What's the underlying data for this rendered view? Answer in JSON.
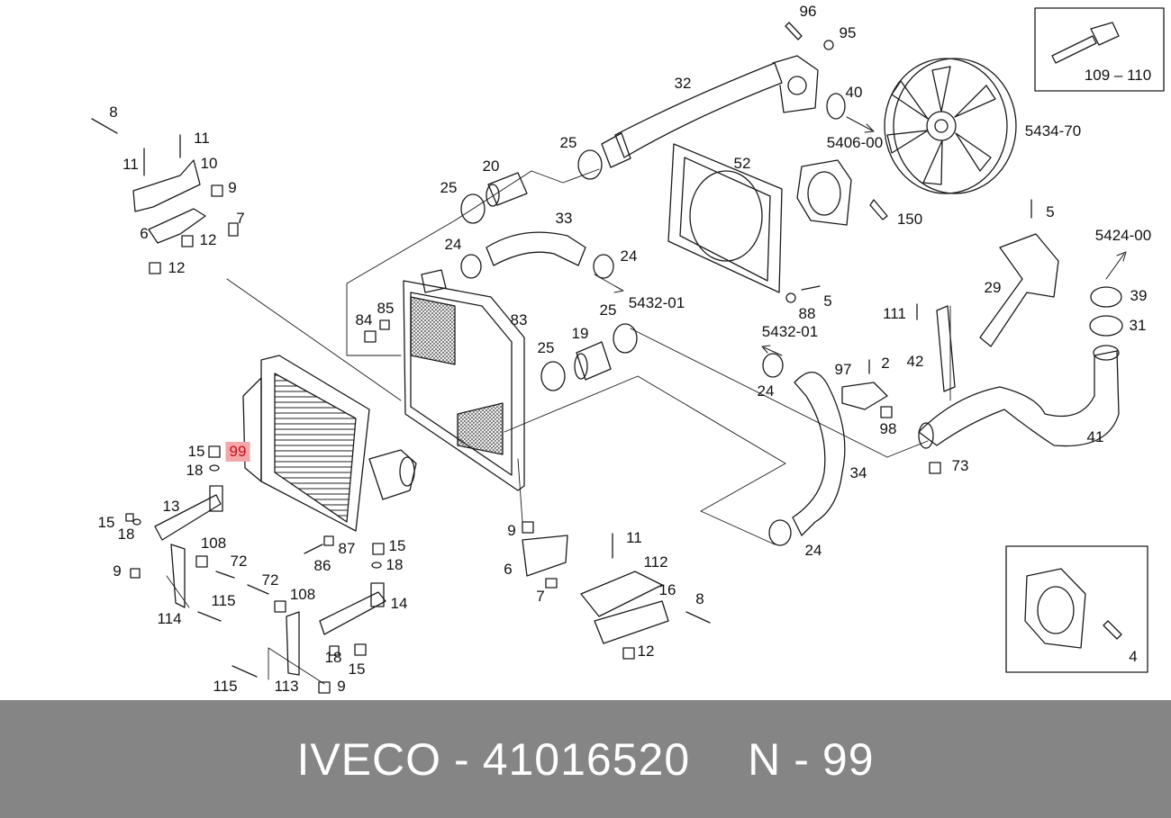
{
  "colors": {
    "footer_bg": "#858585",
    "footer_text": "#ffffff",
    "highlight_bg": "#f4a6a8",
    "highlight_text": "#c2121c",
    "line": "#1a1a1a"
  },
  "callouts": [
    {
      "id": "96",
      "text": "96"
    },
    {
      "id": "95",
      "text": "95"
    },
    {
      "id": "40",
      "text": "40"
    },
    {
      "id": "5406-00",
      "text": "5406-00"
    },
    {
      "id": "32",
      "text": "32"
    },
    {
      "id": "5434-70",
      "text": "5434-70"
    },
    {
      "id": "109-110",
      "text": "109 – 110"
    },
    {
      "id": "8a",
      "text": "8"
    },
    {
      "id": "11a",
      "text": "11"
    },
    {
      "id": "11b",
      "text": "11"
    },
    {
      "id": "10",
      "text": "10"
    },
    {
      "id": "9a",
      "text": "9"
    },
    {
      "id": "7a",
      "text": "7"
    },
    {
      "id": "6a",
      "text": "6"
    },
    {
      "id": "12a",
      "text": "12"
    },
    {
      "id": "12b",
      "text": "12"
    },
    {
      "id": "25a",
      "text": "25"
    },
    {
      "id": "20",
      "text": "20"
    },
    {
      "id": "25b",
      "text": "25"
    },
    {
      "id": "52",
      "text": "52"
    },
    {
      "id": "150",
      "text": "150"
    },
    {
      "id": "33",
      "text": "33"
    },
    {
      "id": "24a",
      "text": "24"
    },
    {
      "id": "24b",
      "text": "24"
    },
    {
      "id": "5432-01a",
      "text": "5432-01"
    },
    {
      "id": "5a",
      "text": "5"
    },
    {
      "id": "5424-00",
      "text": "5424-00"
    },
    {
      "id": "5b",
      "text": "5"
    },
    {
      "id": "88",
      "text": "88"
    },
    {
      "id": "29",
      "text": "29"
    },
    {
      "id": "39",
      "text": "39"
    },
    {
      "id": "111a",
      "text": "111"
    },
    {
      "id": "31",
      "text": "31"
    },
    {
      "id": "84",
      "text": "84"
    },
    {
      "id": "85",
      "text": "85"
    },
    {
      "id": "83",
      "text": "83"
    },
    {
      "id": "25c",
      "text": "25"
    },
    {
      "id": "19",
      "text": "19"
    },
    {
      "id": "25d",
      "text": "25"
    },
    {
      "id": "5432-01b",
      "text": "5432-01"
    },
    {
      "id": "42",
      "text": "42"
    },
    {
      "id": "97",
      "text": "97"
    },
    {
      "id": "2",
      "text": "2"
    },
    {
      "id": "24c",
      "text": "24"
    },
    {
      "id": "98",
      "text": "98"
    },
    {
      "id": "41",
      "text": "41"
    },
    {
      "id": "73",
      "text": "73"
    },
    {
      "id": "34",
      "text": "34"
    },
    {
      "id": "15a",
      "text": "15"
    },
    {
      "id": "99",
      "text": "99",
      "highlight": true
    },
    {
      "id": "18a",
      "text": "18"
    },
    {
      "id": "13",
      "text": "13"
    },
    {
      "id": "15b",
      "text": "15"
    },
    {
      "id": "18b",
      "text": "18"
    },
    {
      "id": "9b",
      "text": "9"
    },
    {
      "id": "108a",
      "text": "108"
    },
    {
      "id": "72a",
      "text": "72"
    },
    {
      "id": "9c",
      "text": "9"
    },
    {
      "id": "87",
      "text": "87"
    },
    {
      "id": "86",
      "text": "86"
    },
    {
      "id": "15c",
      "text": "15"
    },
    {
      "id": "18c",
      "text": "18"
    },
    {
      "id": "11c",
      "text": "11"
    },
    {
      "id": "112",
      "text": "112"
    },
    {
      "id": "6b",
      "text": "6"
    },
    {
      "id": "7b",
      "text": "7"
    },
    {
      "id": "16",
      "text": "16"
    },
    {
      "id": "8b",
      "text": "8"
    },
    {
      "id": "24d",
      "text": "24"
    },
    {
      "id": "72b",
      "text": "72"
    },
    {
      "id": "108b",
      "text": "108"
    },
    {
      "id": "14",
      "text": "14"
    },
    {
      "id": "115a",
      "text": "115"
    },
    {
      "id": "114",
      "text": "114"
    },
    {
      "id": "18d",
      "text": "18"
    },
    {
      "id": "15d",
      "text": "15"
    },
    {
      "id": "12c",
      "text": "12"
    },
    {
      "id": "115b",
      "text": "115"
    },
    {
      "id": "113",
      "text": "113"
    },
    {
      "id": "9d",
      "text": "9"
    },
    {
      "id": "4",
      "text": "4"
    }
  ],
  "footer": {
    "brand": "IVECO",
    "separator": "-",
    "part_number": "41016520",
    "position_label": "N",
    "position_number": "99"
  }
}
